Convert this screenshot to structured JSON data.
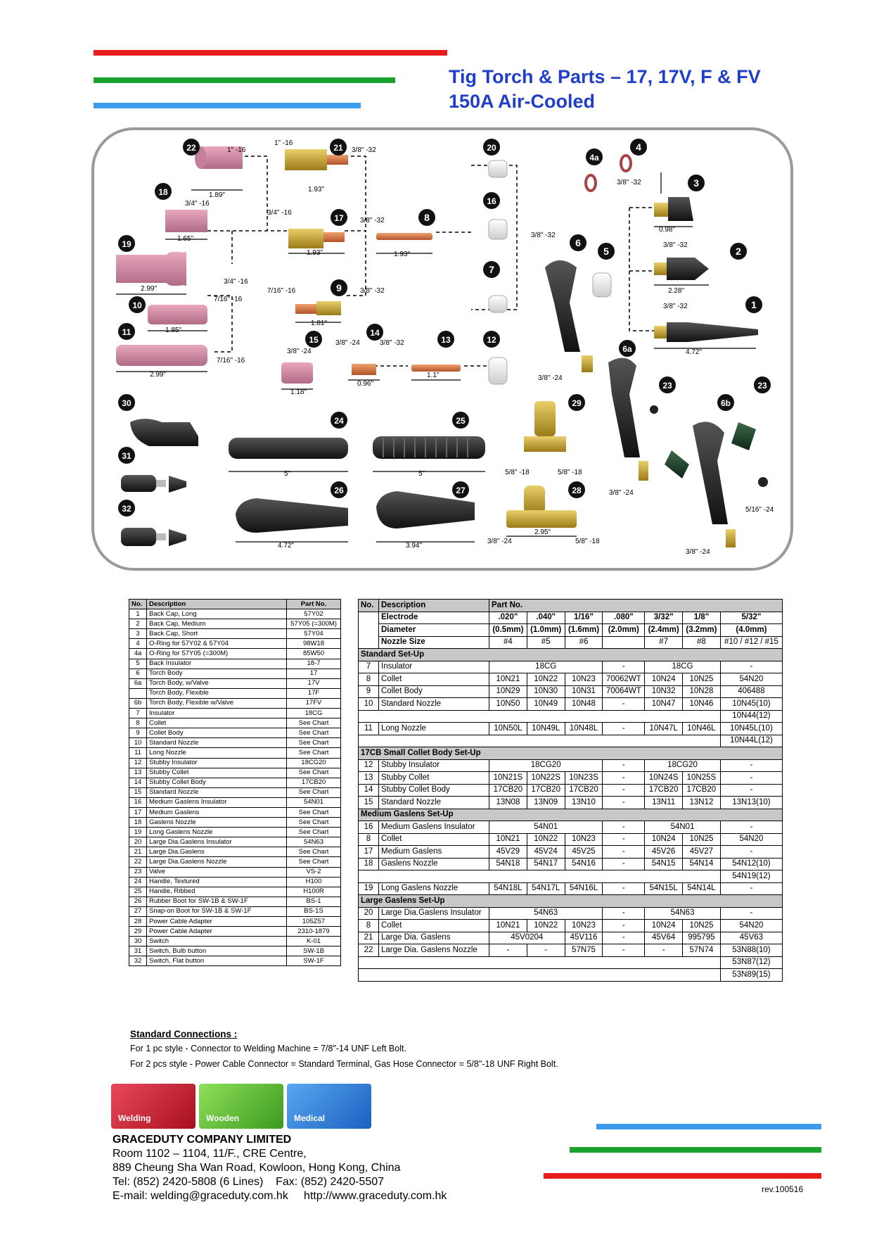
{
  "title": {
    "line1": "Tig Torch & Parts – 17, 17V, F & FV",
    "line2": "150A Air-Cooled"
  },
  "colors": {
    "red": "#e81c1c",
    "green": "#1aa12e",
    "blue": "#3a9bef",
    "title": "#1f3ec9"
  },
  "diagram": {
    "labels": {
      "l1": "1\" -16",
      "l2": "1\" -16",
      "l3": "3/8\" -32",
      "l4": "1.93\"",
      "l5": "1.89\"",
      "l6": "3/4\" -16",
      "l7": "3/4\" -16",
      "l8": "3/8\" -32",
      "l9": "1.65\"",
      "l10": "1.93\"",
      "l11": "1.93\"",
      "l12": "3/4\" -16",
      "l13": "2.99\"",
      "l14": "7/16\" -16",
      "l15": "7/16\" -16",
      "l16": "3/8\" -32",
      "l17": "1.81\"",
      "l18": "1.85\"",
      "l19": "3/8\" -24",
      "l20": "3/8\" -24",
      "l21": "3/8\" -32",
      "l22": "7/16\" -16",
      "l23": "2.99\"",
      "l24": "0.96\"",
      "l25": "1.1\"",
      "l26": "1.18\"",
      "l27": "3/8\" -32",
      "l28": "3/8\" -32",
      "l29": "0.98\"",
      "l30": "3/8\" -32",
      "l31": "2.28\"",
      "l32": "3/8\" -32",
      "l33": "4.72\"",
      "l34": "3/8\" -24",
      "l35": "5\"",
      "l36": "5\"",
      "l37": "5/8\" -18",
      "l38": "5/8\" -18",
      "l39": "3/8\" -24",
      "l40": "5/16\" -24",
      "l41": "2.95\"",
      "l42": "3/8\" -24",
      "l43": "5/8\" -18",
      "l44": "4.72\"",
      "l45": "3.94\"",
      "l46": "3/8\" -24"
    },
    "callouts": [
      "22",
      "21",
      "20",
      "4a",
      "4",
      "18",
      "3",
      "17",
      "8",
      "16",
      "19",
      "6",
      "5",
      "2",
      "9",
      "7",
      "10",
      "1",
      "14",
      "15",
      "13",
      "12",
      "11",
      "6a",
      "23",
      "23",
      "30",
      "29",
      "6b",
      "24",
      "25",
      "31",
      "26",
      "27",
      "28",
      "32"
    ]
  },
  "table1": {
    "headers": [
      "No.",
      "Description",
      "Part No."
    ],
    "rows": [
      [
        "1",
        "Back Cap, Long",
        "57Y02"
      ],
      [
        "2",
        "Back Cap, Medium",
        "57Y05 (=300M)"
      ],
      [
        "3",
        "Back Cap, Short",
        "57Y04"
      ],
      [
        "4",
        "O-Ring for 57Y02 & 57Y04",
        "98W18"
      ],
      [
        "4a",
        "O-Ring for 57Y05 (=300M)",
        "85W50"
      ],
      [
        "5",
        "Back Insulator",
        "18-7"
      ],
      [
        "6",
        "Torch Body",
        "17"
      ],
      [
        "6a",
        "Torch Body, w/Valve",
        "17V"
      ],
      [
        "",
        "Torch Body, Flexible",
        "17F"
      ],
      [
        "6b",
        "Torch Body, Flexible w/Valve",
        "17FV"
      ],
      [
        "7",
        "Insulator",
        "18CG"
      ],
      [
        "8",
        "Collet",
        "See Chart"
      ],
      [
        "9",
        "Collet Body",
        "See Chart"
      ],
      [
        "10",
        "Standard Nozzle",
        "See Chart"
      ],
      [
        "11",
        "Long Nozzle",
        "See Chart"
      ],
      [
        "12",
        "Stubby Insulator",
        "18CG20"
      ],
      [
        "13",
        "Stubby Collet",
        "See Chart"
      ],
      [
        "14",
        "Stubby Collet Body",
        "17CB20"
      ],
      [
        "15",
        "Standard Nozzle",
        "See Chart"
      ],
      [
        "16",
        "Medium Gaslens Insulator",
        "54N01"
      ],
      [
        "17",
        "Medium Gaslens",
        "See Chart"
      ],
      [
        "18",
        "Gaslens Nozzle",
        "See Chart"
      ],
      [
        "19",
        "Long Gaslens Nozzle",
        "See Chart"
      ],
      [
        "20",
        "Large Dia.Gaslens Insulator",
        "54N63"
      ],
      [
        "21",
        "Large Dia.Gaslens",
        "See Chart"
      ],
      [
        "22",
        "Large Dia.Gaslens Nozzle",
        "See Chart"
      ],
      [
        "23",
        "Valve",
        "VS-2"
      ],
      [
        "24",
        "Handle, Textured",
        "H100"
      ],
      [
        "25",
        "Handle, Ribbed",
        "H100R"
      ],
      [
        "26",
        "Rubber Boot for SW-1B & SW-1F",
        "BS-1"
      ],
      [
        "27",
        "Snap-on Boot for SW-1B & SW-1F",
        "BS-1S"
      ],
      [
        "28",
        "Power Cable Adapter",
        "105Z57"
      ],
      [
        "29",
        "Power Cable Adapter",
        "2310-1879"
      ],
      [
        "30",
        "Switch",
        "K-01"
      ],
      [
        "31",
        "Switch, Bulb button",
        "SW-1B"
      ],
      [
        "32",
        "Switch, Flat button",
        "SW-1F"
      ]
    ]
  },
  "table2": {
    "h_no": "No.",
    "h_desc": "Description",
    "h_part": "Part No.",
    "electrode": [
      "Electrode",
      ".020\"",
      ".040\"",
      "1/16\"",
      ".080\"",
      "3/32\"",
      "1/8\"",
      "5/32\""
    ],
    "diameter": [
      "Diameter",
      "(0.5mm)",
      "(1.0mm)",
      "(1.6mm)",
      "(2.0mm)",
      "(2.4mm)",
      "(3.2mm)",
      "(4.0mm)"
    ],
    "nozzle": [
      "Nozzle Size",
      "#4",
      "#5",
      "#6",
      "",
      "#7",
      "#8",
      "#10 / #12 / #15"
    ],
    "s1": "Standard Set-Up",
    "r7": [
      "7",
      "Insulator",
      "18CG",
      "-",
      "18CG",
      "-"
    ],
    "r8": [
      "8",
      "Collet",
      "10N21",
      "10N22",
      "10N23",
      "70062WT",
      "10N24",
      "10N25",
      "54N20"
    ],
    "r9": [
      "9",
      "Collet Body",
      "10N29",
      "10N30",
      "10N31",
      "70064WT",
      "10N32",
      "10N28",
      "406488"
    ],
    "r10": [
      "10",
      "Standard Nozzle",
      "10N50",
      "10N49",
      "10N48",
      "-",
      "10N47",
      "10N46",
      "10N45(10)"
    ],
    "r10b": "10N44(12)",
    "r11": [
      "11",
      "Long Nozzle",
      "10N50L",
      "10N49L",
      "10N48L",
      "-",
      "10N47L",
      "10N46L",
      "10N45L(10)"
    ],
    "r11b": "10N44L(12)",
    "s2": "17CB Small Collet Body Set-Up",
    "r12": [
      "12",
      "Stubby Insulator",
      "18CG20",
      "-",
      "18CG20",
      "-"
    ],
    "r13": [
      "13",
      "Stubby Collet",
      "10N21S",
      "10N22S",
      "10N23S",
      "-",
      "10N24S",
      "10N25S",
      "-"
    ],
    "r14": [
      "14",
      "Stubby Collet Body",
      "17CB20",
      "17CB20",
      "17CB20",
      "-",
      "17CB20",
      "17CB20",
      "-"
    ],
    "r15": [
      "15",
      "Standard Nozzle",
      "13N08",
      "13N09",
      "13N10",
      "-",
      "13N11",
      "13N12",
      "13N13(10)"
    ],
    "s3": "Medium Gaslens Set-Up",
    "r16": [
      "16",
      "Medium Gaslens Insulator",
      "54N01",
      "-",
      "54N01",
      "-"
    ],
    "r8b": [
      "8",
      "Collet",
      "10N21",
      "10N22",
      "10N23",
      "-",
      "10N24",
      "10N25",
      "54N20"
    ],
    "r17": [
      "17",
      "Medium Gaslens",
      "45V29",
      "45V24",
      "45V25",
      "-",
      "45V26",
      "45V27",
      "-"
    ],
    "r18": [
      "18",
      "Gaslens Nozzle",
      "54N18",
      "54N17",
      "54N16",
      "-",
      "54N15",
      "54N14",
      "54N12(10)"
    ],
    "r18b": "54N19(12)",
    "r19": [
      "19",
      "Long Gaslens Nozzle",
      "54N18L",
      "54N17L",
      "54N16L",
      "-",
      "54N15L",
      "54N14L",
      "-"
    ],
    "s4": "Large Gaslens Set-Up",
    "r20": [
      "20",
      "Large Dia.Gaslens Insulator",
      "54N63",
      "-",
      "54N63",
      "-"
    ],
    "r8c": [
      "8",
      "Collet",
      "10N21",
      "10N22",
      "10N23",
      "-",
      "10N24",
      "10N25",
      "54N20"
    ],
    "r21": [
      "21",
      "Large Dia. Gaslens",
      "45V0204",
      "45V116",
      "-",
      "45V64",
      "995795",
      "45V63"
    ],
    "r22": [
      "22",
      "Large Dia. Gaslens Nozzle",
      "-",
      "-",
      "57N75",
      "-",
      "-",
      "57N74",
      "53N88(10)"
    ],
    "r22b": "53N87(12)",
    "r22c": "53N89(15)"
  },
  "connections": {
    "title": "Standard Connections :",
    "line1": "For 1 pc style - Connector to Welding Machine = 7/8\"-14 UNF Left Bolt.",
    "line2": "For 2 pcs style - Power Cable Connector = Standard Terminal, Gas Hose Connector = 5/8\"-18 UNF Right Bolt."
  },
  "logos": [
    "Welding",
    "Wooden",
    "Medical"
  ],
  "company": {
    "name": "GRACEDUTY COMPANY LIMITED",
    "addr1": "Room 1102 – 1104, 11/F., CRE Centre,",
    "addr2": "889 Cheung Sha Wan Road, Kowloon, Hong Kong, China",
    "tel": "Tel: (852) 2420-5808 (6 Lines)    Fax: (852) 2420-5507",
    "email": "E-mail: welding@graceduty.com.hk     http://www.graceduty.com.hk"
  },
  "revision": "rev.100516"
}
